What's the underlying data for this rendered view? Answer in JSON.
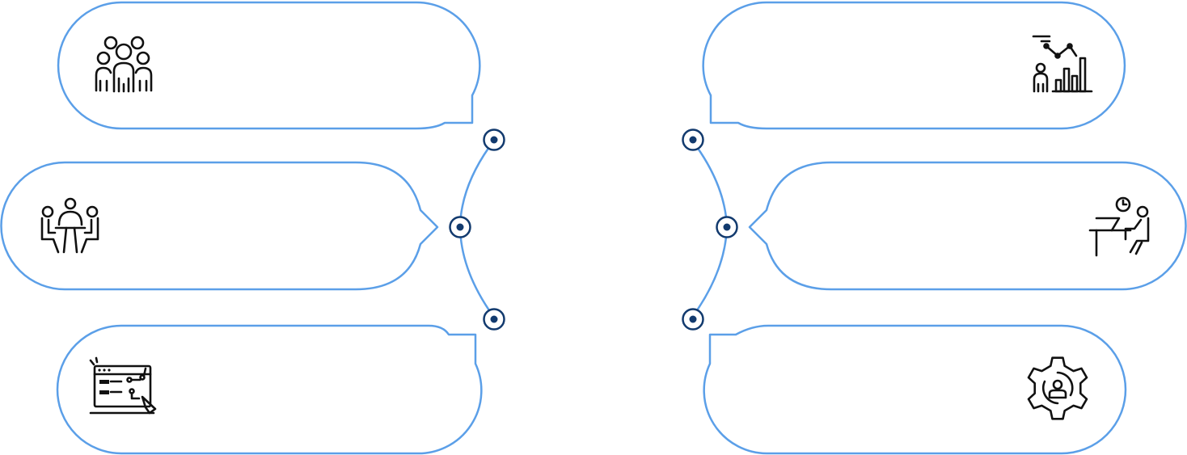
{
  "colors": {
    "bubble_stroke": "#5b9fe8",
    "node": "#123a6e",
    "icon": "#111111",
    "background": "#ffffff"
  },
  "items": [
    {
      "id": "top-left",
      "icon": "team-group-icon",
      "text": ""
    },
    {
      "id": "middle-left",
      "icon": "meeting-table-icon",
      "text": ""
    },
    {
      "id": "bottom-left",
      "icon": "web-workflow-icon",
      "text": ""
    },
    {
      "id": "top-right",
      "icon": "analytics-person-chart-icon",
      "text": ""
    },
    {
      "id": "middle-right",
      "icon": "desk-work-clock-icon",
      "text": ""
    },
    {
      "id": "bottom-right",
      "icon": "gear-user-icon",
      "text": ""
    }
  ]
}
